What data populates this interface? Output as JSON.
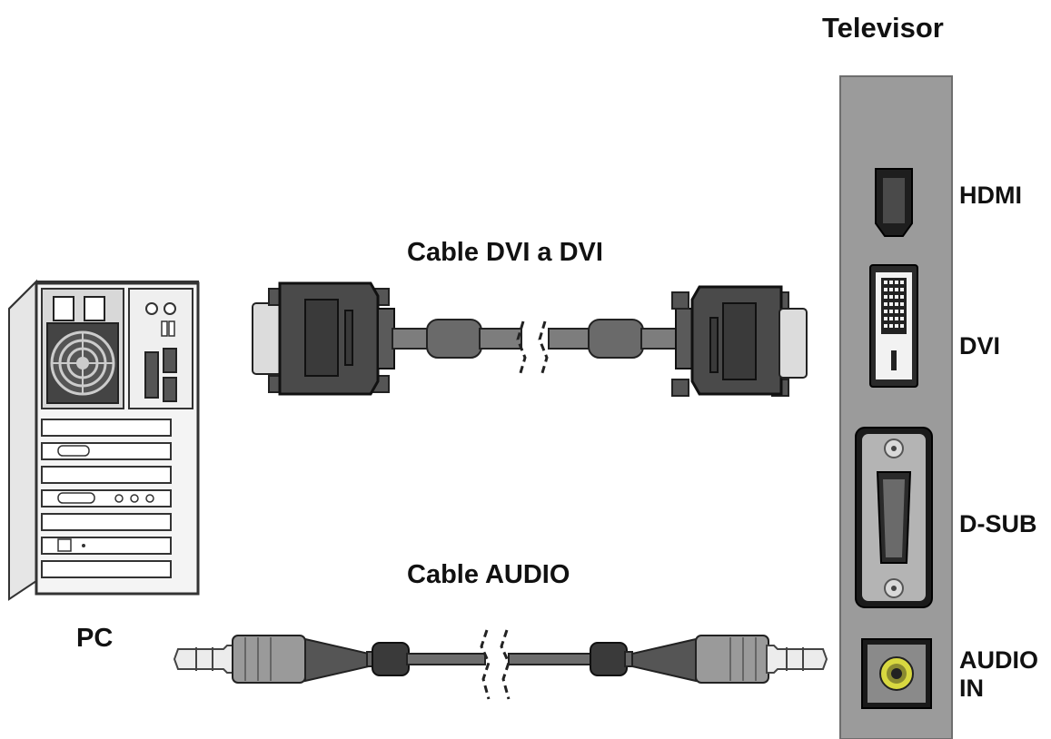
{
  "labels": {
    "tv_title": "Televisor",
    "dvi_cable": "Cable DVI a DVI",
    "audio_cable": "Cable AUDIO",
    "pc": "PC"
  },
  "tv_ports": {
    "hdmi": "HDMI",
    "dvi": "DVI",
    "dsub": "D-SUB",
    "audio_in": "AUDIO IN"
  },
  "colors": {
    "panel": "#9a9a9a",
    "connector_dark": "#3a3a3a",
    "cable": "#7a7a7a",
    "audio_port_ring": "#c8c832"
  }
}
